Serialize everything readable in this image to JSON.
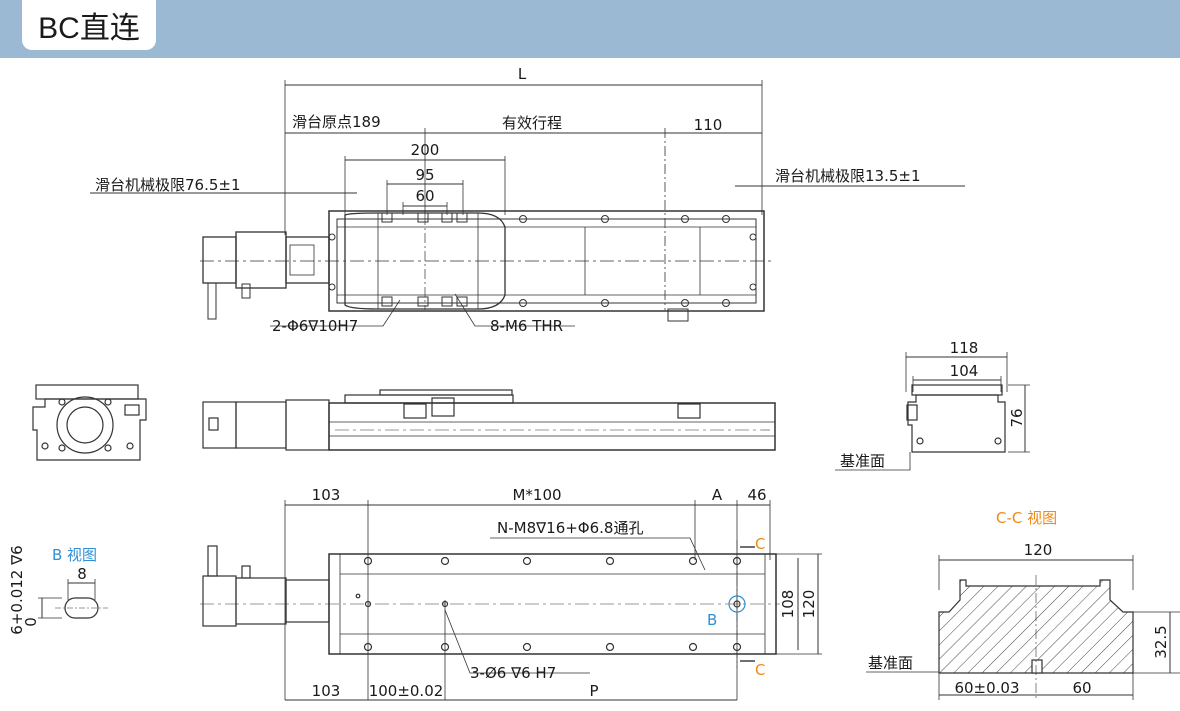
{
  "header": {
    "title": "BC直连"
  },
  "top_view": {
    "L": "L",
    "origin": "滑台原点189",
    "stroke": "有效行程",
    "d110": "110",
    "d200": "200",
    "d95": "95",
    "d60": "60",
    "limit_left": "滑台机械极限76.5±1",
    "limit_right": "滑台机械极限13.5±1",
    "hole_note": "2-Φ6∇10H7",
    "thread_note": "8-M6 THR"
  },
  "end_view": {
    "d118": "118",
    "d104": "104",
    "d76": "76",
    "datum": "基准面"
  },
  "bottom_view": {
    "d103a": "103",
    "pitch": "M*100",
    "A": "A",
    "d46": "46",
    "mount_note": "N-M8∇16+Φ6.8通孔",
    "C_top": "C",
    "C_bottom": "C",
    "B_mark": "B",
    "d108": "108",
    "d120": "120",
    "pin_note": "3-Ø6 ∇6 H7",
    "d103b": "103",
    "d100": "100±0.02",
    "P": "P"
  },
  "b_view": {
    "title": "B 视图",
    "d8": "8",
    "tol": "6+0.012 ∇6",
    "zero": "0"
  },
  "cc_view": {
    "title": "C-C 视图",
    "d120": "120",
    "d32_5": "32.5",
    "datum": "基准面",
    "d60a": "60±0.03",
    "d60b": "60"
  },
  "colors": {
    "banner": "#9cb9d3",
    "blue_label": "#2f8fd3",
    "orange_label": "#ef8a17"
  }
}
